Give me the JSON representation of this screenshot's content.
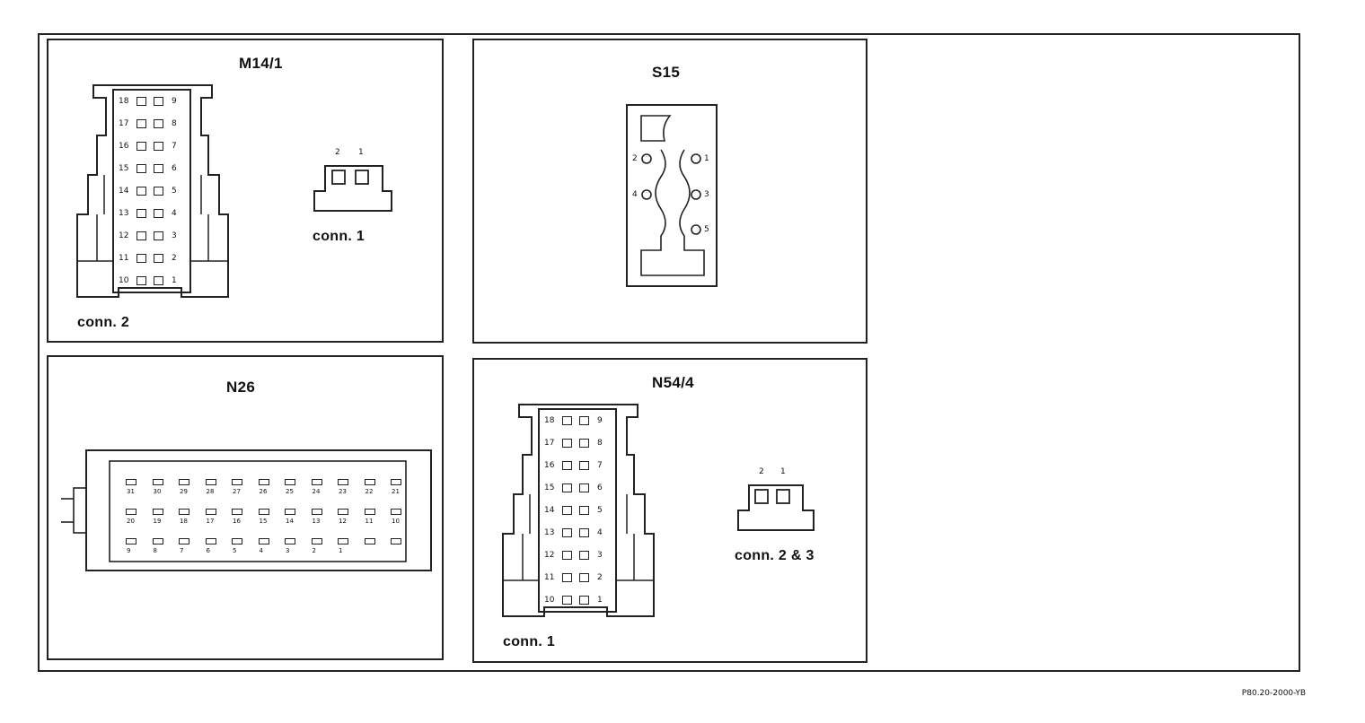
{
  "panels": {
    "m14_1": {
      "title": "M14/1",
      "conn_a_label": "conn. 2",
      "conn_b_label": "conn. 1",
      "pins_left": [
        "18",
        "17",
        "16",
        "15",
        "14",
        "13",
        "12",
        "11",
        "10"
      ],
      "pins_right": [
        "9",
        "8",
        "7",
        "6",
        "5",
        "4",
        "3",
        "2",
        "1"
      ],
      "small_pins": [
        "2",
        "1"
      ]
    },
    "s15": {
      "title": "S15",
      "pins_left": [
        "2",
        "4"
      ],
      "pins_right": [
        "1",
        "3",
        "5"
      ]
    },
    "n26": {
      "title": "N26",
      "row1": [
        "31",
        "30",
        "29",
        "28",
        "27",
        "26",
        "25",
        "24",
        "23",
        "22",
        "21"
      ],
      "row2": [
        "20",
        "19",
        "18",
        "17",
        "16",
        "15",
        "14",
        "13",
        "12",
        "11",
        "10"
      ],
      "row3": [
        "9",
        "8",
        "7",
        "6",
        "5",
        "4",
        "3",
        "2",
        "1",
        "",
        ""
      ]
    },
    "n54_4": {
      "title": "N54/4",
      "conn_a_label": "conn. 1",
      "conn_b_label": "conn. 2 & 3",
      "pins_left": [
        "18",
        "17",
        "16",
        "15",
        "14",
        "13",
        "12",
        "11",
        "10"
      ],
      "pins_right": [
        "9",
        "8",
        "7",
        "6",
        "5",
        "4",
        "3",
        "2",
        "1"
      ],
      "small_pins": [
        "2",
        "1"
      ]
    }
  },
  "doc_id": "P80.20-2000-YB"
}
